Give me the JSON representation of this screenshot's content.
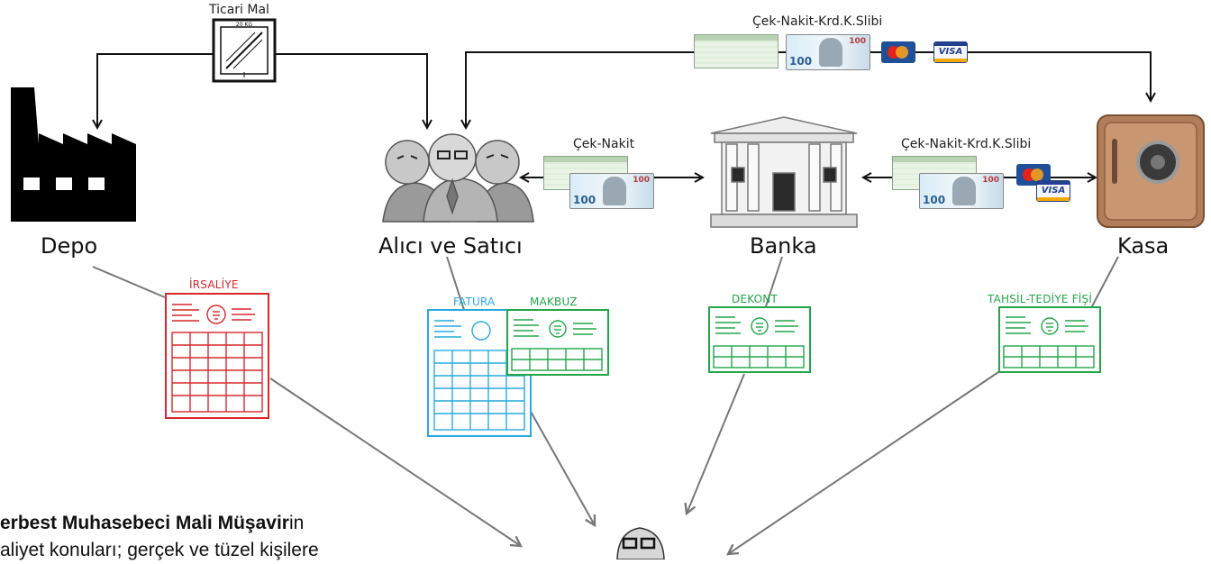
{
  "nodes": {
    "depo": "Depo",
    "alici_satici": "Alıcı ve Satıcı",
    "banka": "Banka",
    "kasa": "Kasa"
  },
  "flows": {
    "ticari_mal": "Ticari Mal",
    "crate_weight": "20 KG",
    "cek_nakit_kredi_top": "Çek-Nakit-Krd.K.Slibi",
    "cek_nakit": "Çek-Nakit",
    "cek_nakit_kredi_right": "Çek-Nakit-Krd.K.Slibi"
  },
  "documents": {
    "irsaliye": "İRSALİYE",
    "fatura": "FATURA",
    "makbuz": "MAKBUZ",
    "dekont": "DEKONT",
    "tahsil_tediye": "TAHSİL-TEDİYE FİŞİ"
  },
  "money": {
    "bill_value": "100",
    "card_brand": "VISA"
  },
  "caption": {
    "line1_bold": "erbest Muhasebeci Mali Müşavir",
    "line1_rest": "in",
    "line2": "aliyet konuları; gerçek ve tüzel kişilere"
  },
  "colors": {
    "line": "#111111",
    "arrow_gray": "#777777",
    "irsaliye": "#d9262c",
    "fatura": "#27aae1",
    "green_docs": "#22a64a"
  }
}
